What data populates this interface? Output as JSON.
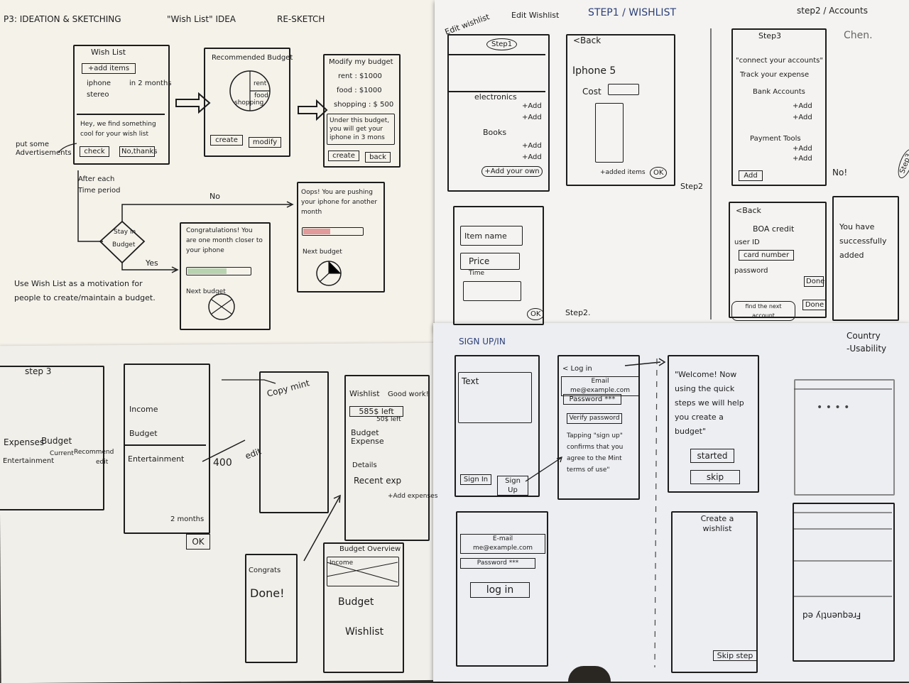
{
  "top_left": {
    "title": "P3: IDEATION & SKETCHING",
    "idea": "\"Wish List\" IDEA",
    "resketch": "RE-SKETCH",
    "wish_list": {
      "title": "Wish List",
      "add_items": "+add items",
      "item1": "iphone",
      "item1_time": "in 2 months",
      "item2": "stereo",
      "message": "Hey, we find something cool for your wish list",
      "check": "check",
      "no_thanks": "No,thanks"
    },
    "ads_note": "put some Advertisements",
    "recommended": {
      "title": "Recommended Budget",
      "rent": "rent",
      "food": "food",
      "shopping": "shopping",
      "create": "create",
      "modify": "modify"
    },
    "modify": {
      "title": "Modify my budget",
      "rent": "rent : $1000",
      "food": "food : $1000",
      "shopping": "shopping : $ 500",
      "note": "Under this budget, you will get your iphone in 3 mons",
      "create": "create",
      "back": "back"
    },
    "after_each": "After each Time period",
    "no": "No",
    "yes": "Yes",
    "stay_in": "Stay in",
    "budget": "Budget",
    "oops": "Oops! You are pushing your iphone for another month",
    "oops_next": "Next budget",
    "congrats": "Congratulations! You are one month closer to your iphone",
    "congrats_next": "Next budget",
    "motivation": "Use Wish List as a motivation for people to create/maintain a budget."
  },
  "top_right": {
    "step1": "STEP1  /  WISHLIST",
    "step2_title": "step2 / Accounts",
    "chen": "Chen.",
    "edit_wishlist": "Edit wishlist",
    "edit_wishlist2": "Edit Wishlist",
    "step1_badge": "Step1",
    "electronics": "electronics",
    "books": "Books",
    "add": "+Add",
    "add_your_own": "+Add your own",
    "back": "<Back",
    "iphone": "Iphone 5",
    "cost": "Cost",
    "added_items": "+added items",
    "ok": "OK",
    "step2": "Step2",
    "item_name": "Item name",
    "price": "Price",
    "time": "Time",
    "step2_link": "Step2.",
    "connect": "\"connect your accounts\"",
    "track": "Track your expense",
    "bank_accounts": "Bank Accounts",
    "payment_tools": "Payment Tools",
    "add_btn": "Add",
    "no": "No!",
    "step3": "Step3",
    "back2": "<Back",
    "boa": "BOA credit",
    "user_id": "user ID",
    "card_number": "card number",
    "password": "password",
    "done": "Done",
    "find_accounts": "find the next account",
    "done2": "Done",
    "success": "You have successfully added"
  },
  "bottom_left": {
    "step3": "step 3",
    "expenses": "Expenses",
    "budget": "Budget",
    "current": "Current",
    "recommend": "Recommend",
    "entertainment": "Entertainment",
    "edit": "edit",
    "income": "Income",
    "budget2": "Budget",
    "entertainment2": "Entertainment",
    "four_hundred": "400",
    "edit2": "edit",
    "two_months": "2 months",
    "ok": "OK",
    "copy": "Copy mint",
    "wishlist": "Wishlist",
    "good_work": "Good work!",
    "left_585": "585$ left",
    "left_50": "50$ left",
    "budget_expense": "Budget Expense",
    "details": "Details",
    "recent_exp": "Recent exp",
    "add_expenses": "+Add expenses",
    "congrats": "Congrats",
    "done": "Done!",
    "overview": "Budget Overview",
    "ov_budget": "Budget",
    "ov_wishlist": "Wishlist"
  },
  "bottom_right": {
    "signup": "SIGN UP/IN",
    "text": "Text",
    "sign_in": "Sign In",
    "sign_up": "Sign Up",
    "log_in": "< Log in",
    "email": "Email me@example.com",
    "password": "Password ***",
    "verify": "Verify password",
    "terms": "Tapping \"sign up\" confirms that you agree to the Mint terms of use\"",
    "welcome": "\"Welcome! Now using the quick steps we will help you create a budget\"",
    "started": "started",
    "skip": "skip",
    "country": "Country",
    "usability": "-Usability",
    "email2": "E-mail me@example.com",
    "password2": "Password ***",
    "login_btn": "log in",
    "create_wishlist": "Create a wishlist",
    "skip_step": "Skip step",
    "frequently": "Frequently ed",
    "keypad": "• • • •"
  }
}
